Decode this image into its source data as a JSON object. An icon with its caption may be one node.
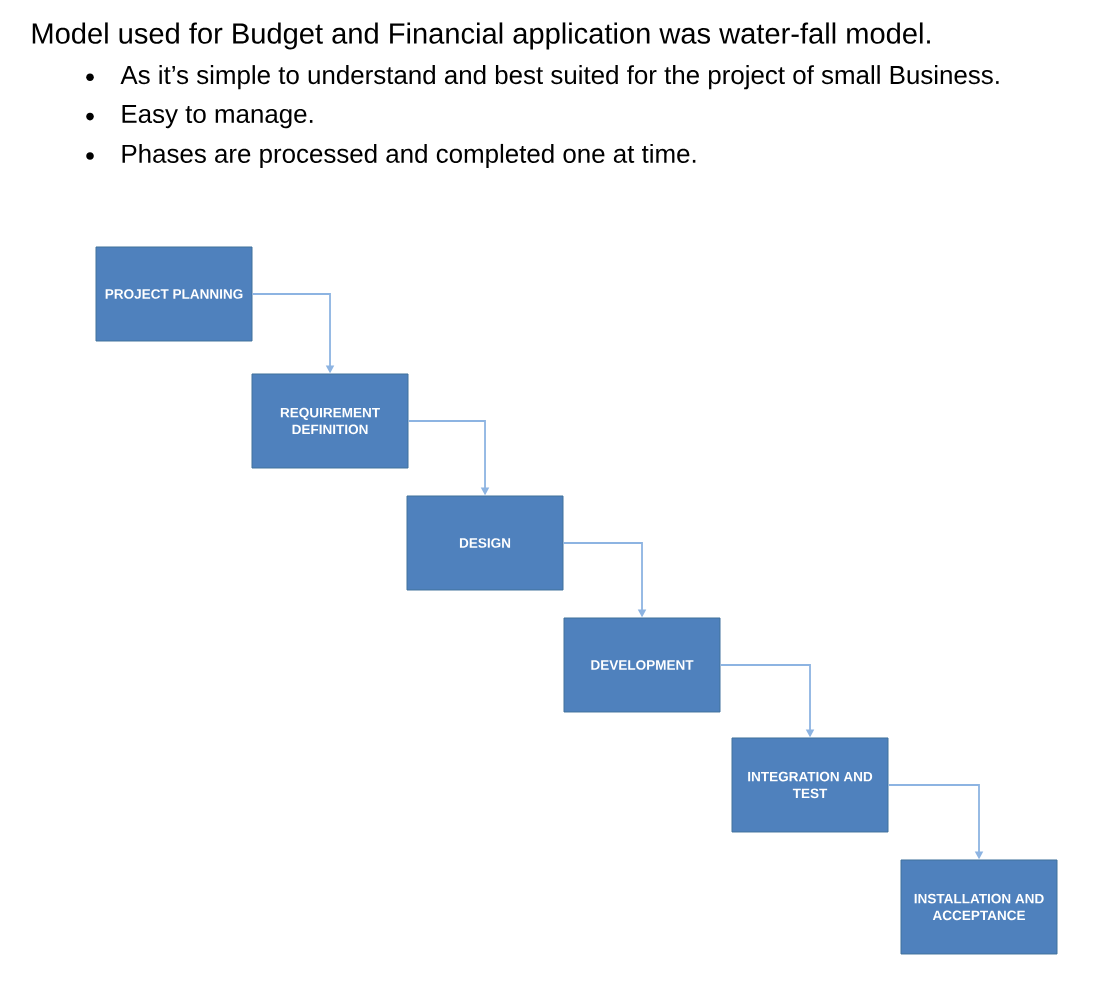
{
  "diagram": {
    "title": "Model used for Budget and Financial application was water-fall model.",
    "nodes": [
      {
        "text": [
          "PROJECT PLANNING"
        ]
      },
      {
        "text": [
          "REQUIREMENT DEFINITION"
        ]
      },
      {
        "text": [
          "DESIGN"
        ]
      },
      {
        "text": [
          "DEVELOPMENT"
        ]
      },
      {
        "text": [
          "INTEGRATION AND TEST"
        ]
      },
      {
        "text": [
          "INSTALLATION AND ACCEPTANCE"
        ]
      }
    ],
    "edges": [
      {
        "from": 0,
        "to": 1,
        "arrow": "to"
      },
      {
        "from": 1,
        "to": 2,
        "arrow": "to"
      },
      {
        "from": 2,
        "to": 3,
        "arrow": "to"
      },
      {
        "from": 3,
        "to": 4,
        "arrow": "to"
      },
      {
        "from": 4,
        "to": 5,
        "arrow": "to"
      }
    ],
    "labels": [
      "As it’s simple to understand and best suited for the project of small Business.",
      "Easy to manage.",
      "Phases are processed and completed one at time."
    ]
  }
}
